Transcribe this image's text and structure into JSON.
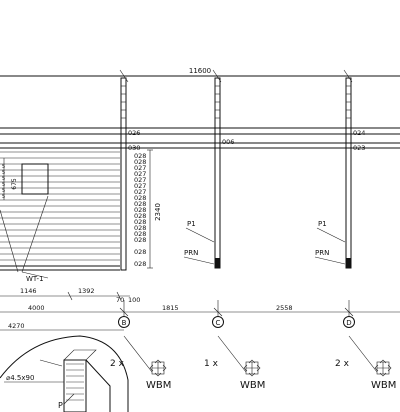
{
  "dimensions": {
    "overall_top": "11600",
    "left_height": "2340",
    "window_height": "675",
    "window_row_labels": [
      "5",
      "5",
      "5",
      "5",
      "5",
      "5"
    ],
    "bottom_row1": [
      "1146",
      "1392",
      "70",
      "100"
    ],
    "bottom_row2": [
      "4000",
      "1815",
      "2558"
    ],
    "bottom_row3": [
      "4270"
    ]
  },
  "log_labels": {
    "left_top": [
      "026",
      "030"
    ],
    "left_stack": [
      "028",
      "028",
      "027",
      "027",
      "027",
      "027",
      "027",
      "028",
      "028",
      "028",
      "028",
      "028",
      "028",
      "028",
      "028",
      "028",
      "028"
    ],
    "middle": [
      "006"
    ],
    "right": [
      "024",
      "023"
    ]
  },
  "posts": {
    "callout_top": "P1",
    "callout_bottom": "PRN"
  },
  "axes": [
    {
      "label": "B",
      "multiplier": "2 x",
      "wbm": "WBM"
    },
    {
      "label": "C",
      "multiplier": "1 x",
      "wbm": "WBM"
    },
    {
      "label": "D",
      "multiplier": "2 x",
      "wbm": "WBM"
    }
  ],
  "wall_tag": "WT-1",
  "detail": {
    "screw": "⌀4.5x90",
    "letter": "P"
  }
}
